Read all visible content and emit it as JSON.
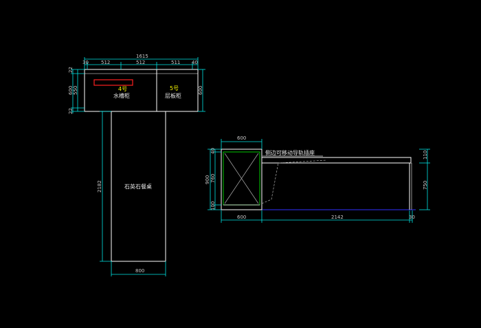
{
  "colors": {
    "background": "#000000",
    "outline": "#ffffff",
    "dimension": "#00e5e5",
    "green_frame": "#00c800",
    "cross": "#b0b0b0",
    "red_box": "#ff2020",
    "yellow_text": "#ffff00",
    "floor_line": "#3030ff",
    "text": "#e6e6e6"
  },
  "plan_view": {
    "overall_width": "1615",
    "segments_top": [
      "30",
      "512",
      "512",
      "511",
      "40"
    ],
    "depth_right": "600",
    "depth_left": [
      "22",
      "600",
      "550",
      "22"
    ],
    "cabinet_left": {
      "number": "4号",
      "name": "水槽柜"
    },
    "cabinet_right": {
      "number": "5号",
      "name": "层板柜"
    },
    "table": {
      "name": "石英石餐桌",
      "length": "2182",
      "width": "800"
    }
  },
  "elevation_view": {
    "top_width": "600",
    "annotation": "侧边可移动导轨插座",
    "heights_left": [
      "40",
      "900",
      "760",
      "100"
    ],
    "heights_right": [
      "110",
      "750"
    ],
    "bottom_dims": [
      "600",
      "2142",
      "30"
    ]
  }
}
